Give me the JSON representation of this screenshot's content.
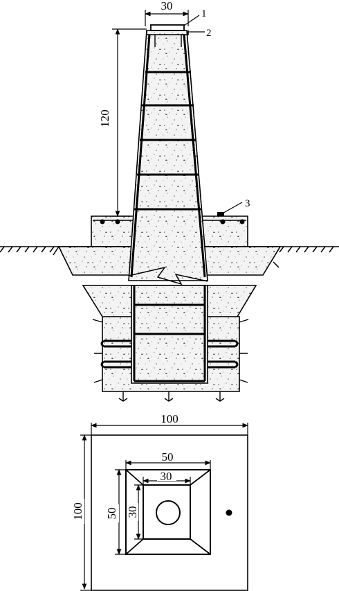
{
  "elevation": {
    "dim_top_width": "30",
    "dim_height": "120",
    "callouts": [
      "1",
      "2",
      "3"
    ]
  },
  "plan": {
    "dim_outer_width": "100",
    "dim_outer_height": "100",
    "dim_middle_width": "50",
    "dim_middle_height": "50",
    "dim_inner_width": "30",
    "dim_inner_height": "30"
  }
}
